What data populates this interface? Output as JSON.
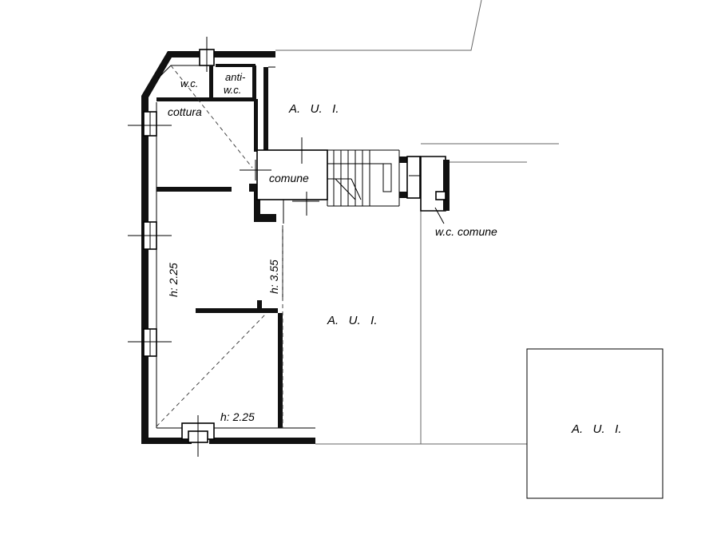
{
  "plan": {
    "rooms": {
      "wc": "w.c.",
      "anti_wc_1": "anti-",
      "anti_wc_2": "w.c.",
      "cottura": "cottura",
      "comune": "comune",
      "wc_comune": "w.c. comune"
    },
    "heights": {
      "h_left": "h: 2.25",
      "h_center": "h: 3.55",
      "h_bottom": "h: 2.25"
    },
    "aui": {
      "top": "A.   U.   I.",
      "center": "A.   U.   I.",
      "right": "A.   U.   I."
    }
  }
}
